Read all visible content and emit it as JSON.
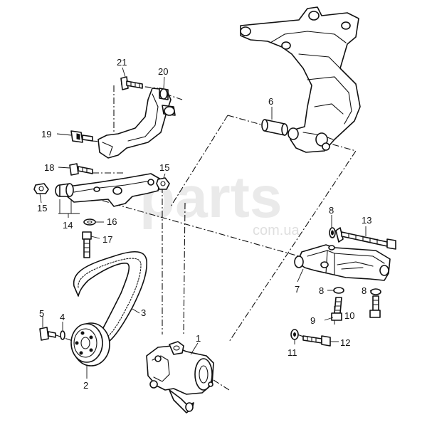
{
  "watermark": {
    "main": "parts",
    "sub": "com.ua"
  },
  "callouts": {
    "c1": "1",
    "c2": "2",
    "c3": "3",
    "c4": "4",
    "c5": "5",
    "c6": "6",
    "c7": "7",
    "c8a": "8",
    "c8b": "8",
    "c8c": "8",
    "c9": "9",
    "c10": "10",
    "c11": "11",
    "c12": "12",
    "c13": "13",
    "c14": "14",
    "c15a": "15",
    "c15b": "15",
    "c16": "16",
    "c17": "17",
    "c18": "18",
    "c19": "19",
    "c20": "20",
    "c21": "21"
  }
}
